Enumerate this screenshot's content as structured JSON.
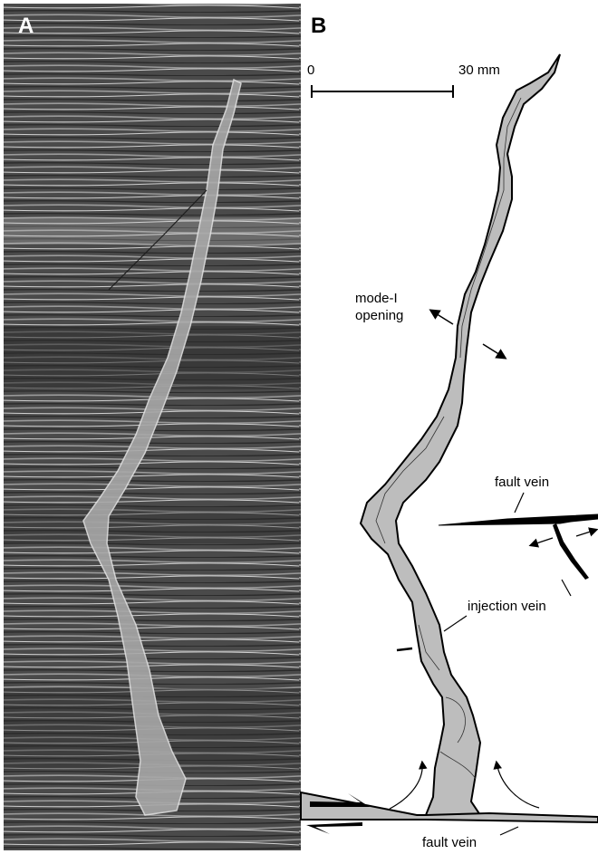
{
  "panel_a": {
    "letter": "A"
  },
  "panel_b": {
    "letter": "B",
    "scale_bar": {
      "start_label": "0",
      "end_label": "30 mm"
    },
    "labels": {
      "mode_line1": "mode-I",
      "mode_line2": "opening",
      "fault_vein_upper": "fault vein",
      "injection_vein": "injection vein",
      "fault_vein_lower": "fault vein"
    }
  },
  "colors": {
    "rock_dark": "#3a3a3a",
    "rock_light": "#bdbdbd",
    "vein_photo": "#a9a9a9",
    "vein_fill": "#bfbfbf",
    "ink": "#000000"
  }
}
